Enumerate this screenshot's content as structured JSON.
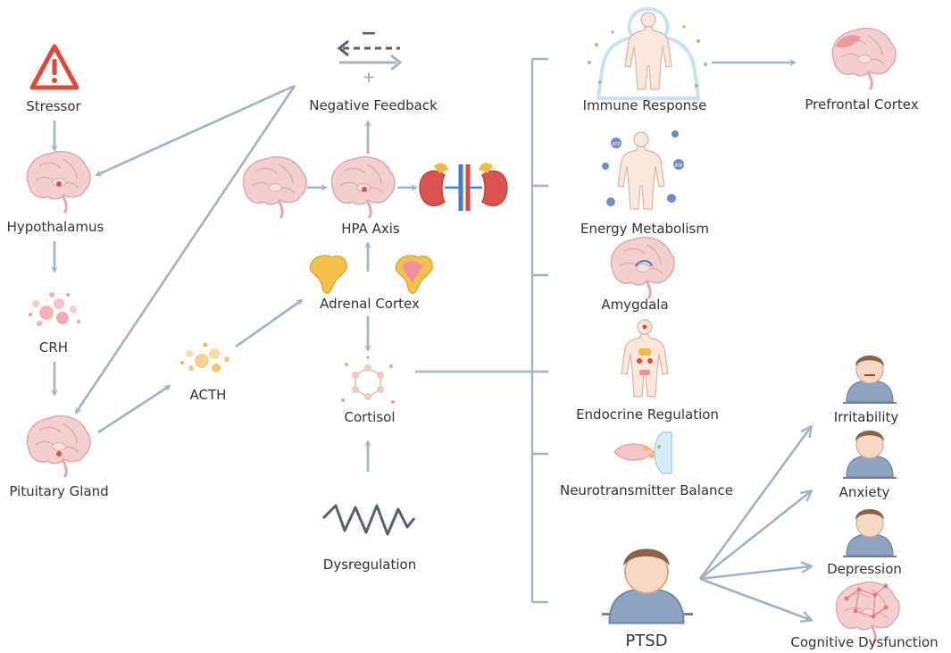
{
  "nodes": {
    "stressor": "Stressor",
    "hypothalamus": "Hypothalamus",
    "crh": "CRH",
    "pituitary": "Pituitary Gland",
    "acth": "ACTH",
    "negative_feedback": "Negative Feedback",
    "hpa_axis": "HPA Axis",
    "adrenal_cortex": "Adrenal Cortex",
    "cortisol": "Cortisol",
    "dysregulation": "Dysregulation",
    "immune_response": "Immune Response",
    "prefrontal_cortex": "Prefrontal Cortex",
    "energy_metabolism": "Energy Metabolism",
    "amygdala": "Amygdala",
    "endocrine_regulation": "Endocrine Regulation",
    "neurotransmitter_balance": "Neurotransmitter Balance",
    "ptsd": "PTSD",
    "irritability": "Irritability",
    "anxiety": "Anxiety",
    "depression": "Depression",
    "cognitive_dysfunction": "Cognitive Dysfunction"
  },
  "symbols": {
    "feedback_minus": "−",
    "feedback_plus": "+",
    "atp": "ATP"
  },
  "colors": {
    "arrow": "#9db4c8",
    "warning": "#e0483c",
    "brain": "#f2c4c4",
    "kidney": "#d9534f",
    "adrenal": "#f3b941",
    "skin": "#fbe7dc"
  },
  "icons": {
    "stressor": "warning-triangle-icon",
    "brain": "brain-icon",
    "molecules": "molecule-cluster-icon",
    "feedback": "feedback-arrows-icon",
    "kidneys": "kidneys-icon",
    "adrenal": "adrenal-gland-icon",
    "cortisol": "hexagon-molecule-icon",
    "dysregulation": "zigzag-icon",
    "body": "human-body-icon",
    "synapse": "synapse-icon",
    "person": "person-icon"
  }
}
